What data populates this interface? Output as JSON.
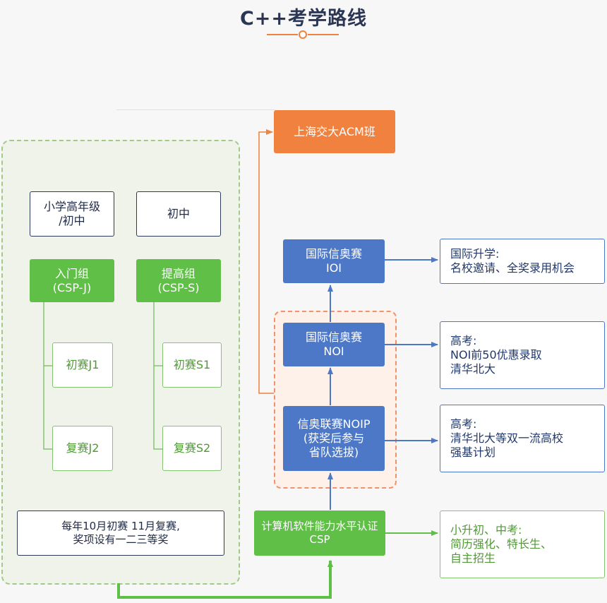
{
  "title": "C++考学路线",
  "colors": {
    "green": "#5fbf46",
    "blue": "#4d78c8",
    "orange": "#f1813f",
    "dark": "#2f3a5a"
  },
  "nodes": {
    "acm": "上海交大ACM班",
    "primary_senior": "小学高年级\n/初中",
    "junior_high": "初中",
    "entry_group": "入门组\n(CSP-J)",
    "advanced_group": "提高组\n(CSP-S)",
    "prelim_j1": "初赛J1",
    "final_j2": "复赛J2",
    "prelim_s1": "初赛S1",
    "final_s2": "复赛S2",
    "schedule_note": "每年10月初赛 11月复赛,\n奖项设有一二三等奖",
    "ioi": "国际信奥赛\nIOI",
    "noi": "国际信奥赛\nNOI",
    "noip": "信奥联赛NOIP\n(获奖后参与\n省队选拔)",
    "csp": "计算机软件能力水平认证\nCSP",
    "outcome_ioi": "国际升学:\n名校邀请、全奖录用机会",
    "outcome_noi": "高考:\nNOI前50优惠录取\n清华北大",
    "outcome_noip": "高考:\n清华北大等双一流高校\n强基计划",
    "outcome_csp": "小升初、中考:\n简历强化、特长生、\n自主招生"
  }
}
